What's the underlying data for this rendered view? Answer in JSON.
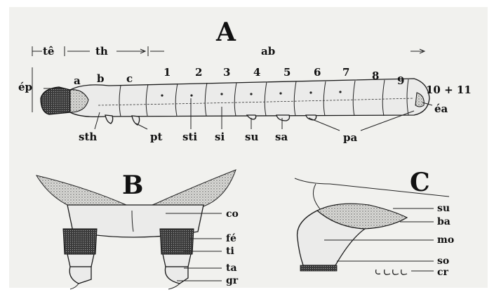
{
  "panel_a": {
    "title": "A",
    "regions": {
      "head": "tê",
      "thorax": "th",
      "abdomen": "ab"
    },
    "thoracic_segments": [
      "a",
      "b",
      "c"
    ],
    "abdominal_segments": [
      "1",
      "2",
      "3",
      "4",
      "5",
      "6",
      "7",
      "8",
      "9"
    ],
    "terminal_segment": "10 + 11",
    "labels": {
      "ep": "ép",
      "sth": "sth",
      "pt": "pt",
      "sti": "sti",
      "si": "si",
      "su": "su",
      "sa": "sa",
      "pa": "pa",
      "ea": "éa"
    }
  },
  "panel_b": {
    "title": "B",
    "labels": [
      "co",
      "fé",
      "ti",
      "ta",
      "gr"
    ]
  },
  "panel_c": {
    "title": "C",
    "labels": [
      "su",
      "ba",
      "mo",
      "so",
      "cr"
    ]
  }
}
